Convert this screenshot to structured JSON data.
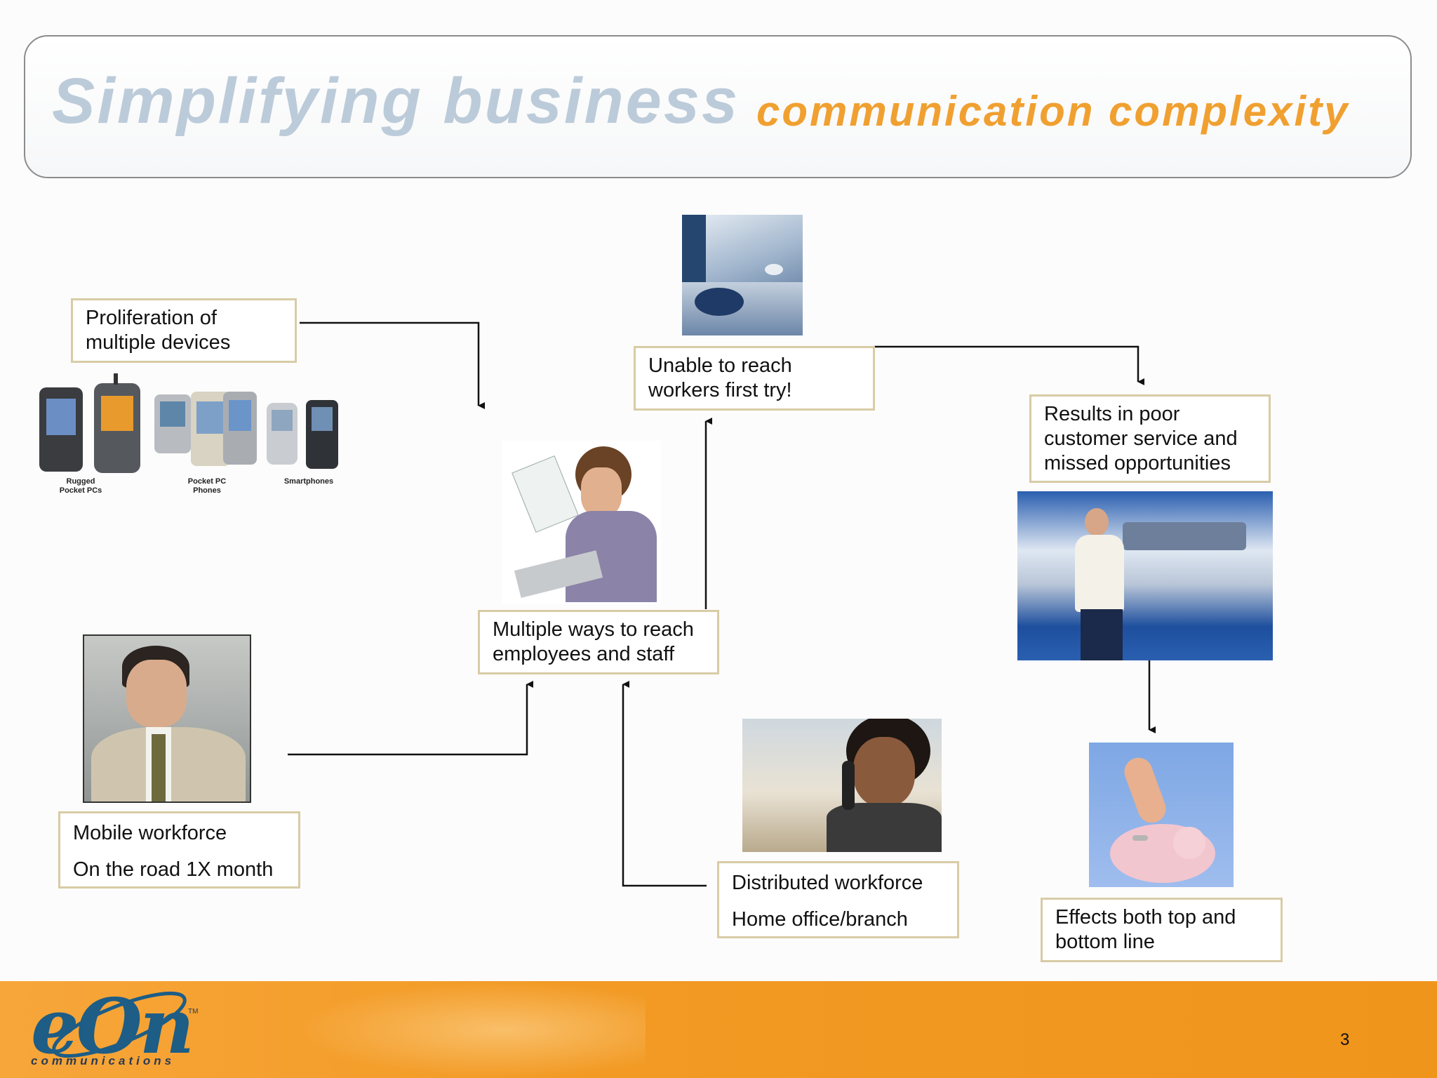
{
  "title": {
    "main": "Simplifying business",
    "sub": "communication complexity"
  },
  "boxes": {
    "devices": {
      "line1": "Proliferation of",
      "line2": "multiple devices"
    },
    "unable": {
      "line1": "Unable to reach",
      "line2": "workers first try!"
    },
    "results": {
      "line1": "Results in poor",
      "line2": "customer service and",
      "line3": "missed opportunities"
    },
    "multiple": {
      "line1": "Multiple ways to reach",
      "line2": "employees and staff"
    },
    "mobile": {
      "line1": "Mobile workforce",
      "line2": "On the road 1X month"
    },
    "distributed": {
      "line1": "Distributed workforce",
      "line2": "Home office/branch"
    },
    "effects": {
      "line1": "Effects both top and",
      "line2": "bottom line"
    }
  },
  "devices": {
    "rugged": {
      "line1": "Rugged",
      "line2": "Pocket PCs"
    },
    "pocketpc": {
      "line1": "Pocket PC",
      "line2": "Phones"
    },
    "smartphones": "Smartphones"
  },
  "logo": {
    "name": "eOn",
    "tagline": "communications",
    "tm": "TM"
  },
  "page_number": "3",
  "colors": {
    "title_main": "#bccbd9",
    "title_sub": "#f0a030",
    "box_border": "#d8cba6",
    "footer": "#f29a24",
    "logo": "#1d5d86"
  }
}
